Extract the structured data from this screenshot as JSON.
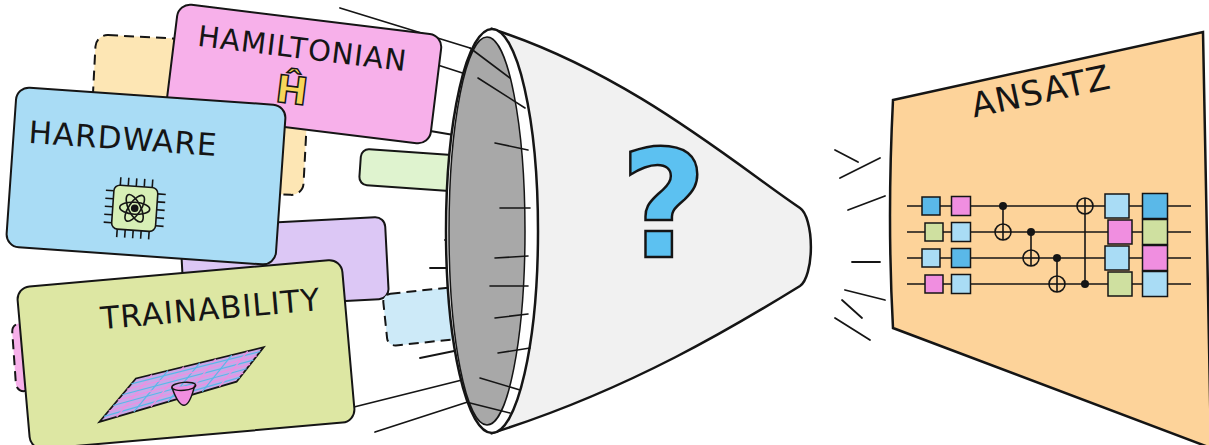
{
  "diagram": {
    "nodes": [
      {
        "text": [
          "HAMILTONIAN",
          "Ĥ"
        ]
      },
      {
        "text": [
          "HARDWARE"
        ]
      },
      {
        "text": [
          "TRAINABILITY"
        ]
      },
      {
        "text": [
          "?"
        ]
      },
      {
        "text": [
          "ANSATZ"
        ]
      }
    ]
  }
}
